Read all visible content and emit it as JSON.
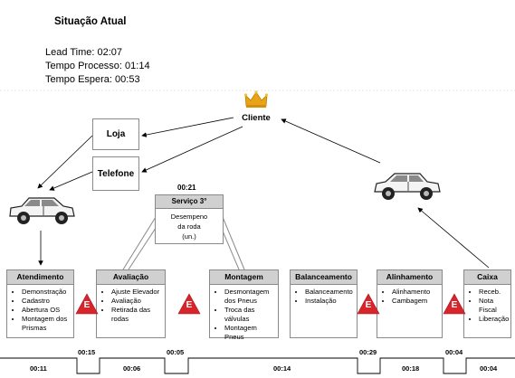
{
  "header": {
    "title": "Situação Atual",
    "lead_time": "Lead Time: 02:07",
    "process_time": "Tempo Processo: 01:14",
    "wait_time": "Tempo Espera: 00:53"
  },
  "customer": {
    "label": "Cliente",
    "icon": "crown-icon"
  },
  "channels": {
    "store": "Loja",
    "phone": "Telefone"
  },
  "outsourced": {
    "time": "00:21",
    "title": "Serviço 3°",
    "lines": [
      "Desempeno",
      "da roda",
      "(un.)"
    ]
  },
  "processes": [
    {
      "title": "Atendimento",
      "items": [
        "Demonstração",
        "Cadastro",
        "Abertura OS",
        "Montagem dos Prismas"
      ]
    },
    {
      "title": "Avaliação",
      "items": [
        "Ajuste Elevador",
        "Avaliação",
        "Retirada das rodas"
      ]
    },
    {
      "title": "Montagem",
      "items": [
        "Desmontagem dos Pneus",
        "Troca das válvulas",
        "Montagem Pneus"
      ]
    },
    {
      "title": "Balanceamento",
      "items": [
        "Balanceamento",
        "Instalação"
      ]
    },
    {
      "title": "Alinhamento",
      "items": [
        "Alinhamento",
        "Cambagem"
      ]
    },
    {
      "title": "Caixa",
      "items": [
        "Receb.",
        "Nota Fiscal",
        "Liberação"
      ]
    }
  ],
  "inventory_label": "E",
  "timeline": {
    "process_times": [
      "00:11",
      "00:06",
      "00:14",
      "00:18",
      "00:04"
    ],
    "wait_times": [
      "00:15",
      "00:05",
      "00:29",
      "00:04"
    ]
  },
  "colors": {
    "triangle": "#d8242b",
    "header_fill": "#d0d0d0",
    "border": "#8a8a8a",
    "crown": "#e8a317"
  }
}
